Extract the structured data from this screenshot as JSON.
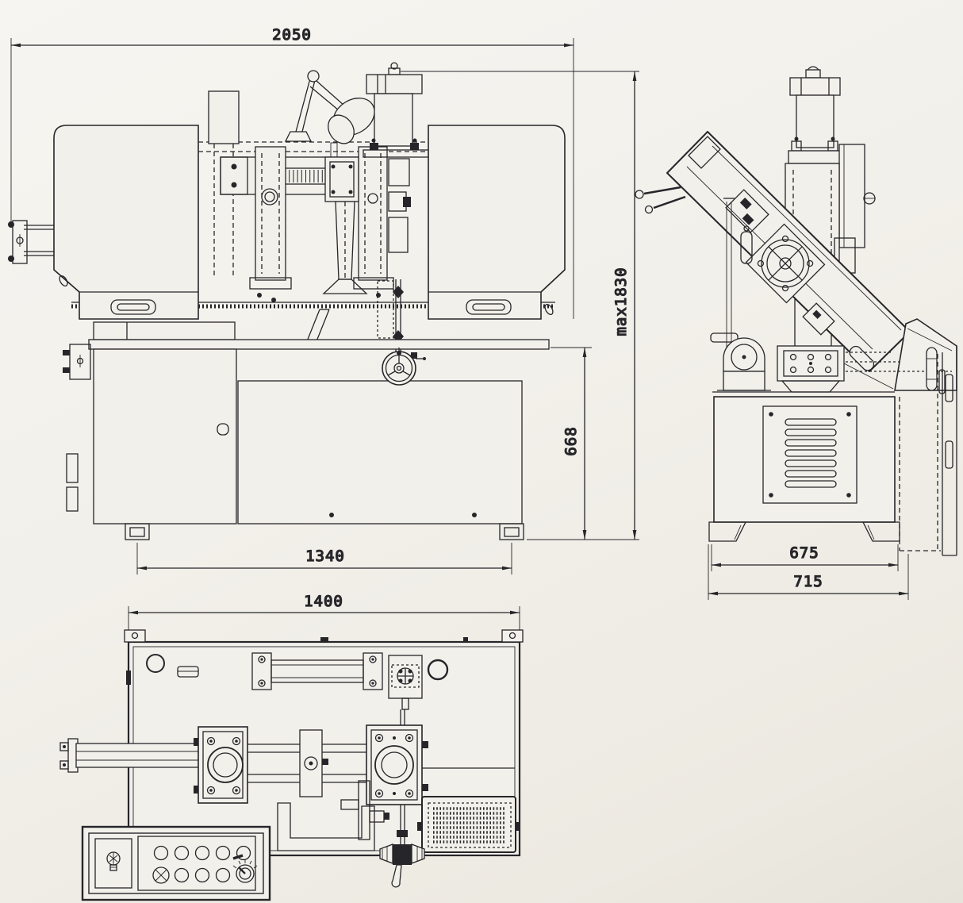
{
  "drawing": {
    "subject": "band-saw-machine-three-view-technical-drawing",
    "colors": {
      "paper": "#f2f0ea",
      "ink": "#26262a"
    },
    "dims": {
      "front_width": "2050",
      "max_height": "max1830",
      "table_height": "668",
      "foot_span": "1340",
      "plan_width": "1400",
      "side_foot_span": "675",
      "side_depth": "715"
    }
  }
}
